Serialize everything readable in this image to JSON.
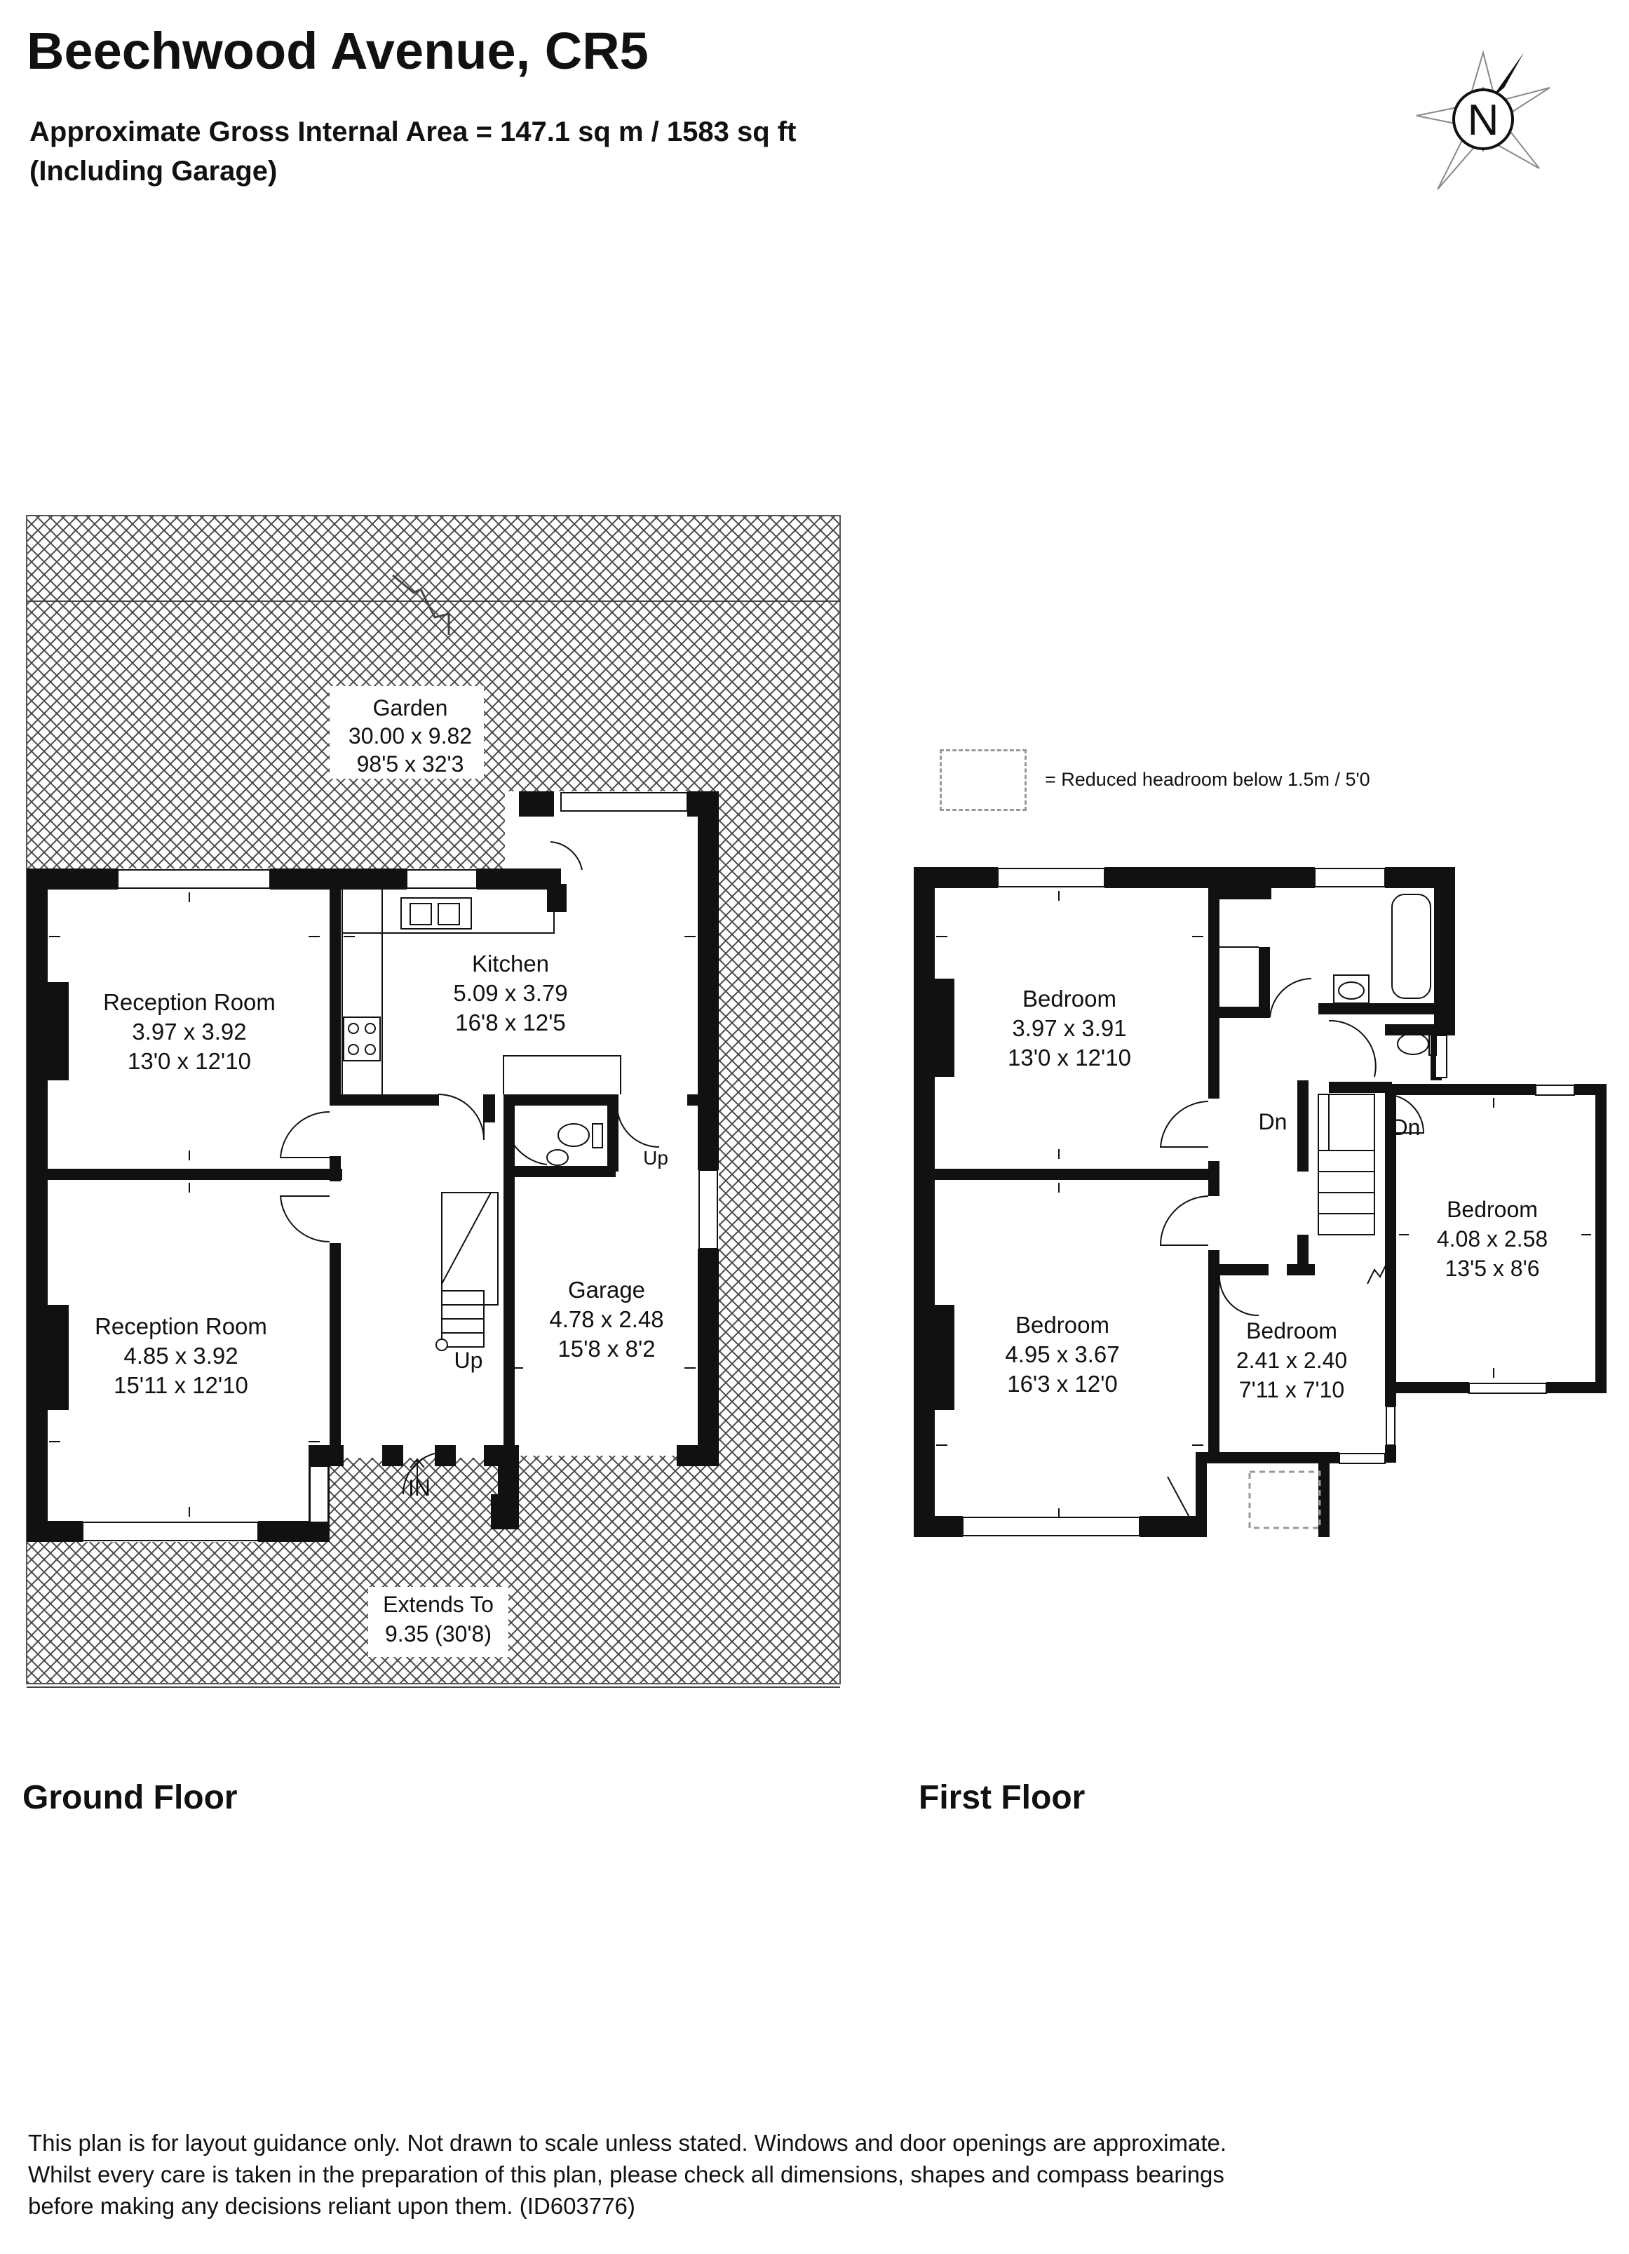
{
  "header": {
    "title": "Beechwood Avenue, CR5",
    "area_line": "Approximate Gross Internal Area = 147.1 sq m / 1583 sq ft",
    "area_note": "(Including Garage)"
  },
  "compass": {
    "letter": "N",
    "icon": "north-compass-icon"
  },
  "legend": {
    "text": "= Reduced headroom below 1.5m / 5'0"
  },
  "ground_floor": {
    "label": "Ground Floor",
    "garden": {
      "name": "Garden",
      "metric": "30.00 x 9.82",
      "imperial": "98'5 x 32'3"
    },
    "extends": {
      "name": "Extends To",
      "value": "9.35 (30'8)"
    },
    "rooms": [
      {
        "name": "Reception Room",
        "metric": "3.97 x 3.92",
        "imperial": "13'0 x 12'10"
      },
      {
        "name": "Reception Room",
        "metric": "4.85 x 3.92",
        "imperial": "15'11 x 12'10"
      },
      {
        "name": "Kitchen",
        "metric": "5.09 x 3.79",
        "imperial": "16'8 x 12'5"
      },
      {
        "name": "Garage",
        "metric": "4.78 x 2.48",
        "imperial": "15'8 x 8'2"
      }
    ],
    "marks": {
      "stairs_up": "Up",
      "rear_up": "Up",
      "entrance": "IN"
    }
  },
  "first_floor": {
    "label": "First Floor",
    "rooms": [
      {
        "name": "Bedroom",
        "metric": "3.97 x 3.91",
        "imperial": "13'0 x 12'10"
      },
      {
        "name": "Bedroom",
        "metric": "4.95 x 3.67",
        "imperial": "16'3 x 12'0"
      },
      {
        "name": "Bedroom",
        "metric": "2.41 x 2.40",
        "imperial": "7'11 x 7'10"
      },
      {
        "name": "Bedroom",
        "metric": "4.08 x 2.58",
        "imperial": "13'5 x 8'6"
      }
    ],
    "marks": {
      "down_a": "Dn",
      "down_b": "Dn"
    }
  },
  "disclaimer": "This plan is for layout guidance only. Not drawn to scale unless stated. Windows and door openings are approximate. Whilst every care is taken in the preparation of this plan, please check all dimensions, shapes and compass bearings before making any decisions reliant upon them. (ID603776)"
}
